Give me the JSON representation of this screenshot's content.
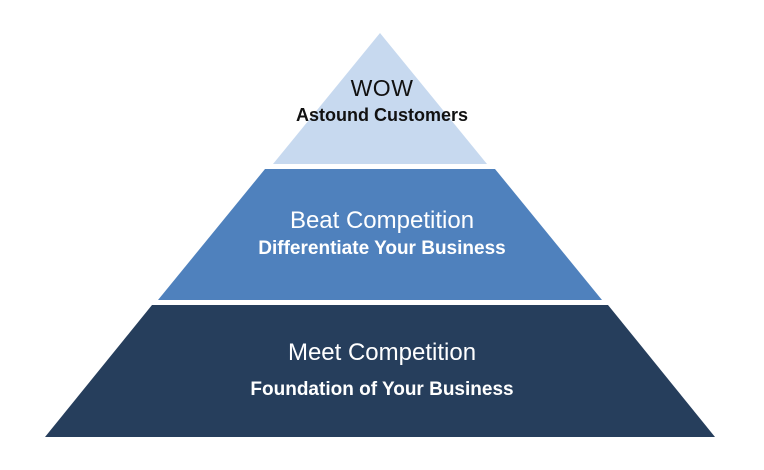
{
  "diagram": {
    "type": "pyramid",
    "background_color": "#ffffff",
    "tiers": [
      {
        "id": "wow",
        "level": 1,
        "heading": "WOW",
        "subheading": "Astound Customers",
        "fill": "#c7d9ef",
        "text_color": "#111111"
      },
      {
        "id": "beat-competition",
        "level": 2,
        "heading": "Beat Competition",
        "subheading": "Differentiate Your Business",
        "fill": "#4f81bd",
        "text_color": "#ffffff"
      },
      {
        "id": "meet-competition",
        "level": 3,
        "heading": "Meet Competition",
        "subheading": "Foundation of Your Business",
        "fill": "#263e5c",
        "text_color": "#ffffff"
      }
    ]
  }
}
